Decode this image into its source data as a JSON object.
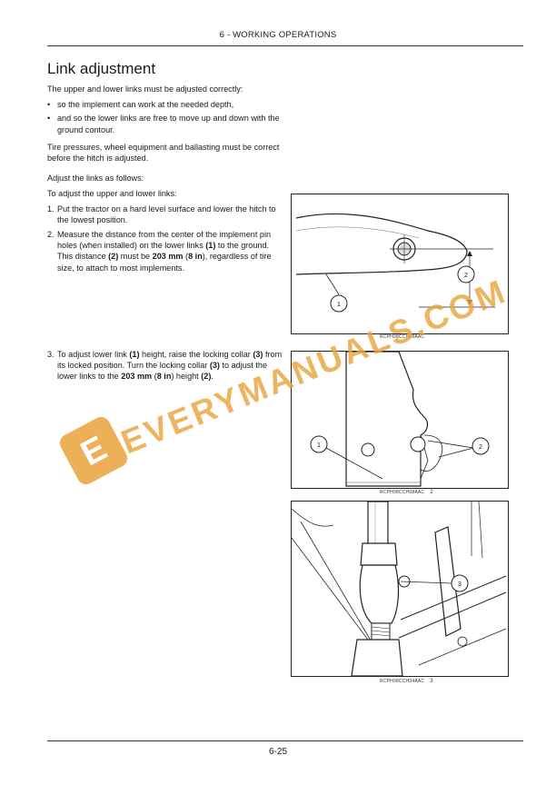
{
  "header": {
    "title": "6 - WORKING OPERATIONS"
  },
  "section": {
    "title": "Link adjustment",
    "intro": "The upper and lower links must be adjusted correctly:",
    "bullets": [
      "so the implement can work at the needed depth,",
      "and so the lower links are free to move up and down with the ground contour."
    ],
    "tire_note": "Tire pressures, wheel equipment and ballasting must be correct before the hitch is adjusted.",
    "adjust_intro": "Adjust the links as follows:",
    "subintro": "To adjust the upper and lower links:"
  },
  "steps": [
    {
      "num": "1.",
      "text": "Put the tractor on a hard level surface and lower the hitch to the lowest position."
    },
    {
      "num": "2.",
      "t1": "Measure the distance from the center of the implement pin holes (when installed) on the lower links ",
      "b1": "(1)",
      "t2": " to the ground.  This distance ",
      "b2": "(2)",
      "t3": " must be ",
      "b3": "203 mm",
      "t4": " (",
      "b4": "8 in",
      "t5": "), regardless of tire size, to attach to most implements."
    },
    {
      "num": "3.",
      "t1": "To adjust lower link ",
      "b1": "(1)",
      "t2": " height, raise the locking collar ",
      "b2": "(3)",
      "t3": " from its locked position. Turn the locking collar ",
      "b3": "(3)",
      "t4": " to adjust the lower links to the ",
      "b4": "203 mm",
      "t5": " (",
      "b5": "8 in",
      "t6": ") height ",
      "b6": "(2)",
      "t7": "."
    }
  ],
  "figures": [
    {
      "code": "RCPH08CCH08AAC",
      "number": "",
      "callouts": [
        "1",
        "2"
      ]
    },
    {
      "code": "RCPH08CCH08AAC",
      "number": "2",
      "callouts": [
        "1",
        "2"
      ]
    },
    {
      "code": "RCPH08CCH04AAC",
      "number": "3",
      "callouts": [
        "3"
      ]
    }
  ],
  "watermark": {
    "text": "EVERYMANUALS.COM",
    "logo_letter": "E",
    "color": "#e8a33b"
  },
  "footer": {
    "page": "6-25"
  }
}
